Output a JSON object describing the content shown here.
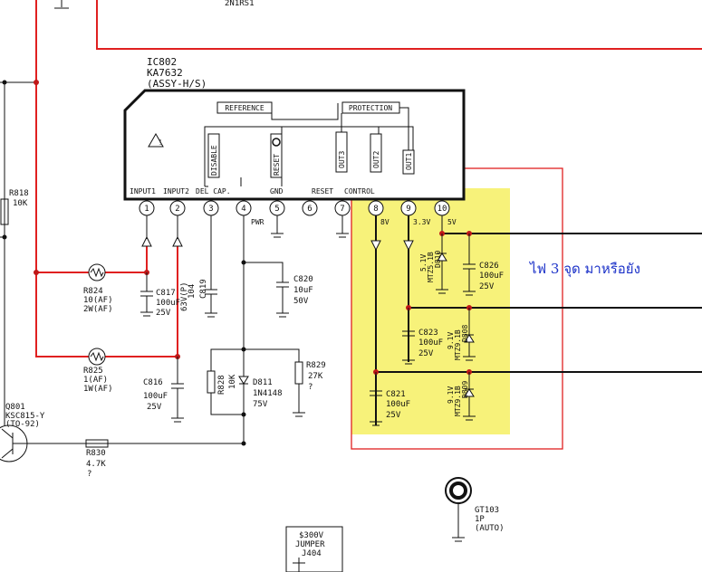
{
  "ic": {
    "ref": "IC802",
    "part": "KA7632",
    "assy": "(ASSY-H/S)",
    "reference_box": "REFERENCE",
    "protection_box": "PROTECTION",
    "blocks": [
      "DISABLE",
      "RESET",
      "OUT3",
      "OUT2",
      "OUT1"
    ],
    "pin_functions": [
      "INPUT1",
      "INPUT2",
      "DEL CAP.",
      "GND",
      "RESET",
      "CONTROL"
    ],
    "pin_numbers": [
      "1",
      "2",
      "3",
      "4",
      "5",
      "6",
      "7",
      "8",
      "9",
      "10"
    ],
    "pin4_label": "PWR",
    "out_voltages": [
      "8V",
      "3.3V",
      "5V"
    ]
  },
  "components": {
    "top_label": "2N1RS1",
    "r818": [
      "R818",
      "10K"
    ],
    "r824": [
      "R824",
      "10(AF)",
      "2W(AF)"
    ],
    "r825": [
      "R825",
      "1(AF)",
      "1W(AF)"
    ],
    "c817": [
      "C817",
      "100uF",
      "25V"
    ],
    "c816": [
      "C816",
      "100uF",
      "25V"
    ],
    "c819": [
      "104",
      "C819",
      "63V(P)"
    ],
    "c820": [
      "C820",
      "10uF",
      "50V"
    ],
    "r828": [
      "R828",
      "10K"
    ],
    "d811": [
      "D811",
      "1N4148",
      "75V"
    ],
    "r829": [
      "R829",
      "27K",
      "?"
    ],
    "q801": [
      "Q801",
      "KSC815-Y",
      "(TO-92)"
    ],
    "r830": [
      "R830",
      "4.7K",
      "?"
    ],
    "zener_a": [
      "5.1V",
      "MTZ5.1B",
      "D810"
    ],
    "c826": [
      "C826",
      "100uF",
      "25V"
    ],
    "c823": [
      "C823",
      "100uF",
      "25V"
    ],
    "zener_b": [
      "9.1V",
      "MTZ9.1B",
      "D808"
    ],
    "c821": [
      "C821",
      "100uF",
      "25V"
    ],
    "zener_c": [
      "9.1V",
      "MTZ9.1B",
      "D809"
    ],
    "gt103": [
      "GT103",
      "1P",
      "(AUTO)"
    ],
    "jumper": [
      "$300V",
      "JUMPER",
      "J404"
    ]
  },
  "annotation": {
    "text": "ไฟ 3 จุด มาหรือยัง",
    "highlight_color": "#f7f27a",
    "marker_color": "#e02020",
    "text_color": "#1a30c8"
  }
}
